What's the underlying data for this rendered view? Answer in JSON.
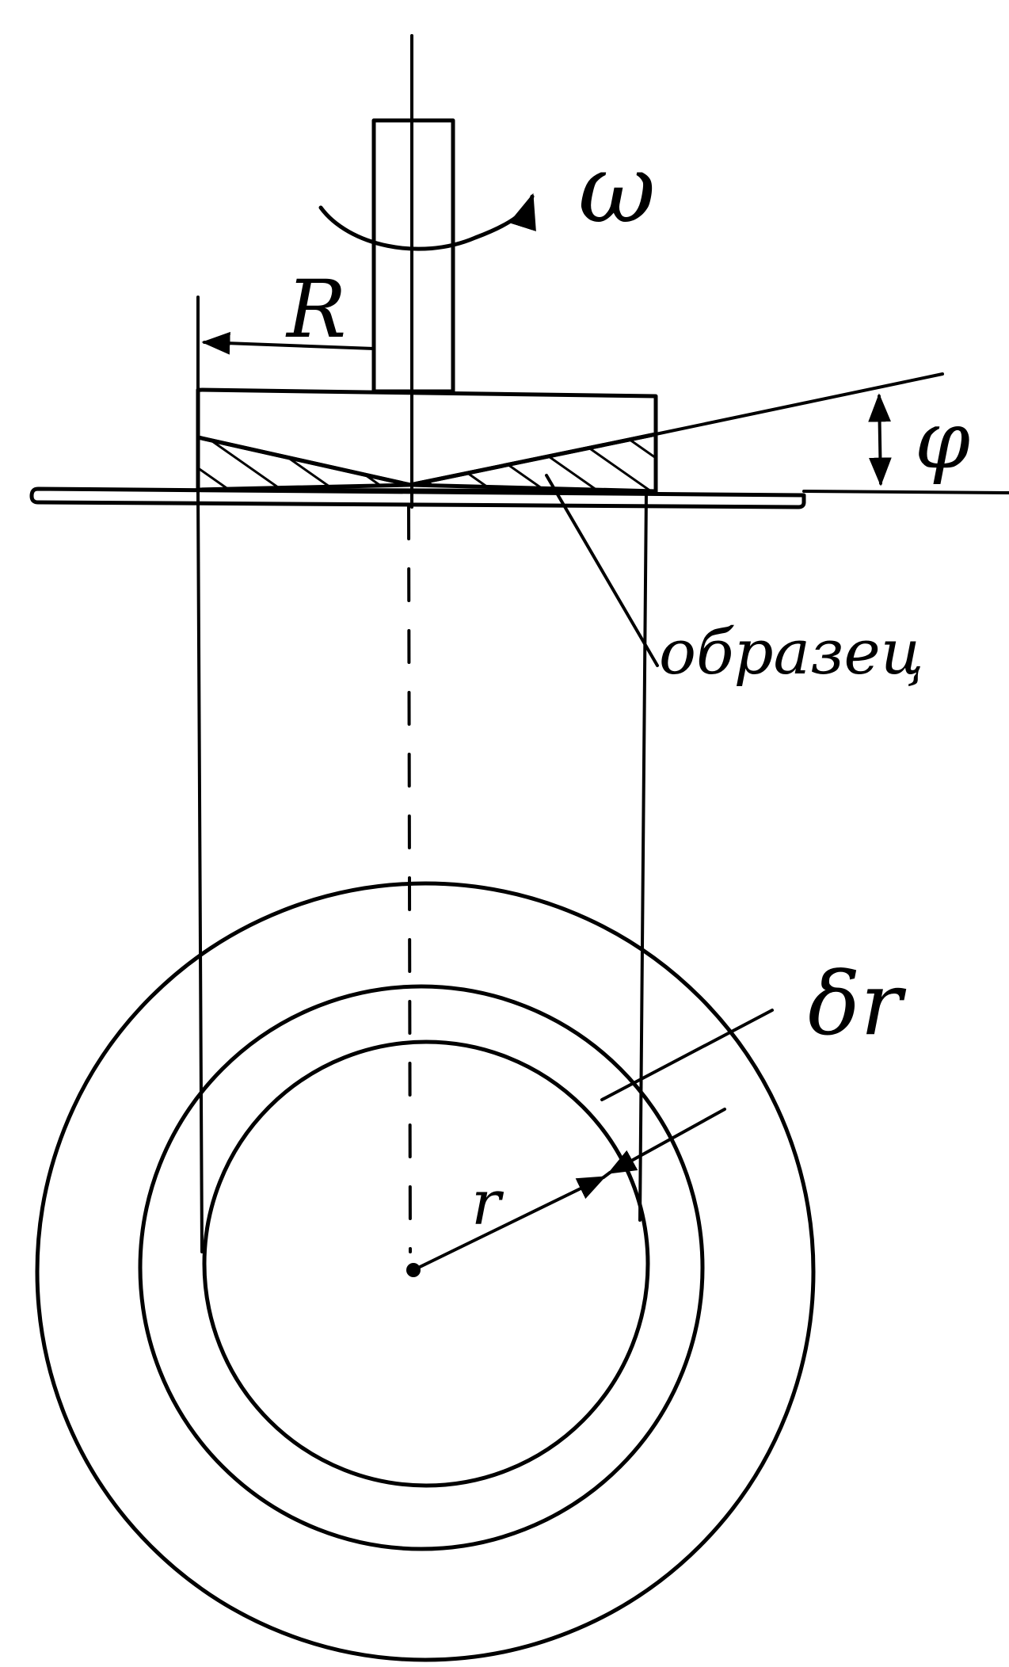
{
  "labels": {
    "omega": "ω",
    "radius_big": "R",
    "angle": "φ",
    "sample": "образец",
    "delta_r": "δr",
    "radius_small": "r"
  },
  "colors": {
    "ink": "#000000",
    "paper": "#ffffff"
  }
}
